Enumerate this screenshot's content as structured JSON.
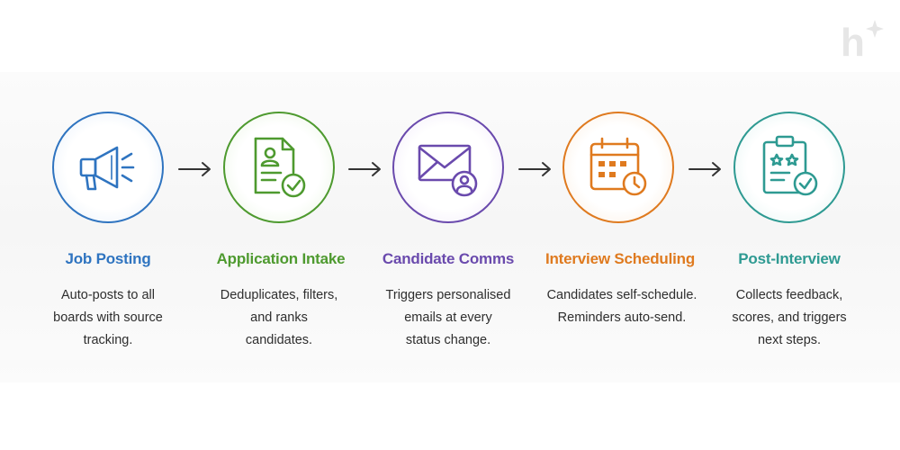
{
  "steps": [
    {
      "title": "Job Posting",
      "color": "#2f74c0",
      "icon": "megaphone-icon",
      "lines": [
        "Auto-posts to all",
        "boards with source",
        "tracking."
      ]
    },
    {
      "title": "Application Intake",
      "color": "#4e9a2f",
      "icon": "resume-check-icon",
      "lines": [
        "Deduplicates, filters,",
        "and ranks",
        "candidates."
      ]
    },
    {
      "title": "Candidate Comms",
      "color": "#6a4aad",
      "icon": "envelope-user-icon",
      "lines": [
        "Triggers personalised",
        "emails at every",
        "status change."
      ]
    },
    {
      "title": "Interview Scheduling",
      "color": "#df7a1f",
      "icon": "calendar-clock-icon",
      "lines": [
        "Candidates self-schedule.",
        "Reminders auto-send."
      ]
    },
    {
      "title": "Post-Interview",
      "color": "#2e9a92",
      "icon": "clipboard-rating-icon",
      "lines": [
        "Collects feedback,",
        "scores, and triggers",
        "next steps."
      ]
    }
  ],
  "logo": {
    "text": "h",
    "icon": "sparkle-icon"
  }
}
